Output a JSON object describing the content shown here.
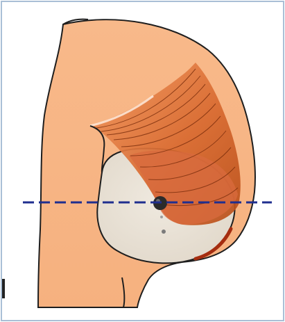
{
  "figure": {
    "subject": "",
    "colors": {
      "skin": "#f8b98a",
      "skin_outline": "#1e1e1e",
      "muscle_light": "#e58a55",
      "muscle_mid": "#d8692f",
      "muscle_dark": "#b84e19",
      "muscle_fiber": "#7a2d0c",
      "disc_fill": "#e9e3d8",
      "disc_outline": "#3a2a22",
      "center_dot": "#1f1f1f",
      "axis_line": "#1f2e8f",
      "frame_border": "#a9bfd6"
    },
    "elements": [
      "body-outline",
      "arm-outline",
      "pectoral-muscle",
      "breast-disc",
      "nipple-dot",
      "horizontal-axis-line",
      "side-bracket"
    ]
  }
}
